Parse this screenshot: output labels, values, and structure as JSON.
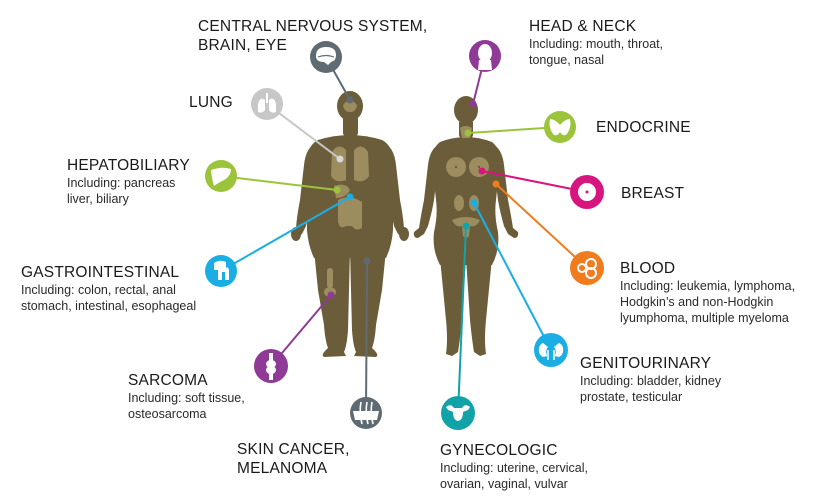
{
  "diagram": {
    "figure_color": "#6b5d3a",
    "organ_color": "#9c8c5e",
    "figures": [
      {
        "name": "male-figure"
      },
      {
        "name": "female-figure"
      }
    ],
    "categories": [
      {
        "id": "cns",
        "title_line1": "CENTRAL NERVOUS SYSTEM,",
        "title_line2": "BRAIN, EYE",
        "sub_line1": "",
        "sub_line2": "",
        "color": "#5f6b73",
        "icon": "brain-icon"
      },
      {
        "id": "lung",
        "title_line1": "LUNG",
        "title_line2": "",
        "sub_line1": "",
        "sub_line2": "",
        "color": "#c7c7c7",
        "icon": "lungs-icon"
      },
      {
        "id": "hepatobiliary",
        "title_line1": "HEPATOBILIARY",
        "title_line2": "",
        "sub_line1": "Including: pancreas",
        "sub_line2": "liver, biliary",
        "color": "#9bc43a",
        "icon": "liver-icon"
      },
      {
        "id": "gastrointestinal",
        "title_line1": "GASTROINTESTINAL",
        "title_line2": "",
        "sub_line1": "Including: colon, rectal, anal",
        "sub_line2": "stomach, intestinal, esophageal",
        "color": "#1aaee5",
        "icon": "intestine-icon"
      },
      {
        "id": "sarcoma",
        "title_line1": "SARCOMA",
        "title_line2": "",
        "sub_line1": "Including: soft tissue,",
        "sub_line2": "osteosarcoma",
        "color": "#8e3a96",
        "icon": "bone-joint-icon"
      },
      {
        "id": "skin",
        "title_line1": "SKIN CANCER,",
        "title_line2": "MELANOMA",
        "sub_line1": "",
        "sub_line2": "",
        "color": "#5f6b73",
        "icon": "skin-hair-icon"
      },
      {
        "id": "head_neck",
        "title_line1": "HEAD & NECK",
        "title_line2": "",
        "sub_line1": "Including: mouth, throat,",
        "sub_line2": "tongue, nasal",
        "color": "#8e3a96",
        "icon": "head-icon"
      },
      {
        "id": "endocrine",
        "title_line1": "ENDOCRINE",
        "title_line2": "",
        "sub_line1": "",
        "sub_line2": "",
        "color": "#9bc43a",
        "icon": "thyroid-icon"
      },
      {
        "id": "breast",
        "title_line1": "BREAST",
        "title_line2": "",
        "sub_line1": "",
        "sub_line2": "",
        "color": "#d6157f",
        "icon": "breast-icon"
      },
      {
        "id": "blood",
        "title_line1": "BLOOD",
        "title_line2": "",
        "sub_line1": "Including: leukemia, lymphoma,",
        "sub_line2": "Hodgkin’s and non-Hodgkin",
        "sub_line3": "lyumphoma, multiple myeloma",
        "color": "#f07c1e",
        "icon": "blood-cells-icon"
      },
      {
        "id": "genitourinary",
        "title_line1": "GENITOURINARY",
        "title_line2": "",
        "sub_line1": "Including: bladder, kidney",
        "sub_line2": "prostate, testicular",
        "color": "#1aaee5",
        "icon": "kidneys-icon"
      },
      {
        "id": "gynecologic",
        "title_line1": "GYNECOLOGIC",
        "title_line2": "",
        "sub_line1": "Including: uterine, cervical,",
        "sub_line2": "ovarian, vaginal, vulvar",
        "color": "#12a3a8",
        "icon": "uterus-icon"
      }
    ]
  }
}
